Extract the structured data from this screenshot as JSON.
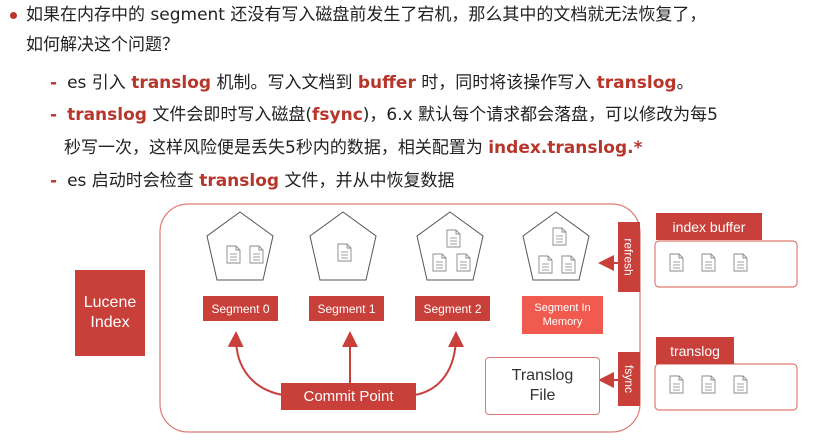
{
  "bullets": {
    "main_line1": "如果在内存中的 segment 还没有写入磁盘前发生了宕机，那么其中的文档就无法恢复了，",
    "main_line2": "如何解决这个问题？",
    "sub1": {
      "dash": "-",
      "t1": "es 引入 ",
      "h1": "translog",
      "t2": " 机制。写入文档到 ",
      "h2": "buffer",
      "t3": " 时，同时将该操作写入 ",
      "h3": "translog",
      "t4": "。"
    },
    "sub2": {
      "dash": "-",
      "h1": "translog",
      "t1": " 文件会即时写入磁盘(",
      "h2": "fsync",
      "t2": ")，6.x 默认每个请求都会落盘，可以修改为每5",
      "t3": "秒写一次，这样风险便是丢失5秒内的数据，相关配置为 ",
      "h3": "index.translog.*"
    },
    "sub3": {
      "dash": "-",
      "t1": "es 启动时会检查 ",
      "h1": "translog",
      "t2": " 文件，并从中恢复数据"
    }
  },
  "diagram": {
    "lucene_index": "Lucene\nIndex",
    "segments": [
      "Segment 0",
      "Segment 1",
      "Segment 2"
    ],
    "segment_memory": "Segment In\nMemory",
    "commit_point": "Commit Point",
    "refresh_tab": "refresh",
    "fsync_tab": "fsync",
    "index_buffer": "index buffer",
    "translog_label": "translog",
    "translog_file": "Translog\nFile"
  },
  "colors": {
    "accent": "#c9403a",
    "highlight_text": "#b8352b",
    "memory_segment": "#f05a4f"
  }
}
